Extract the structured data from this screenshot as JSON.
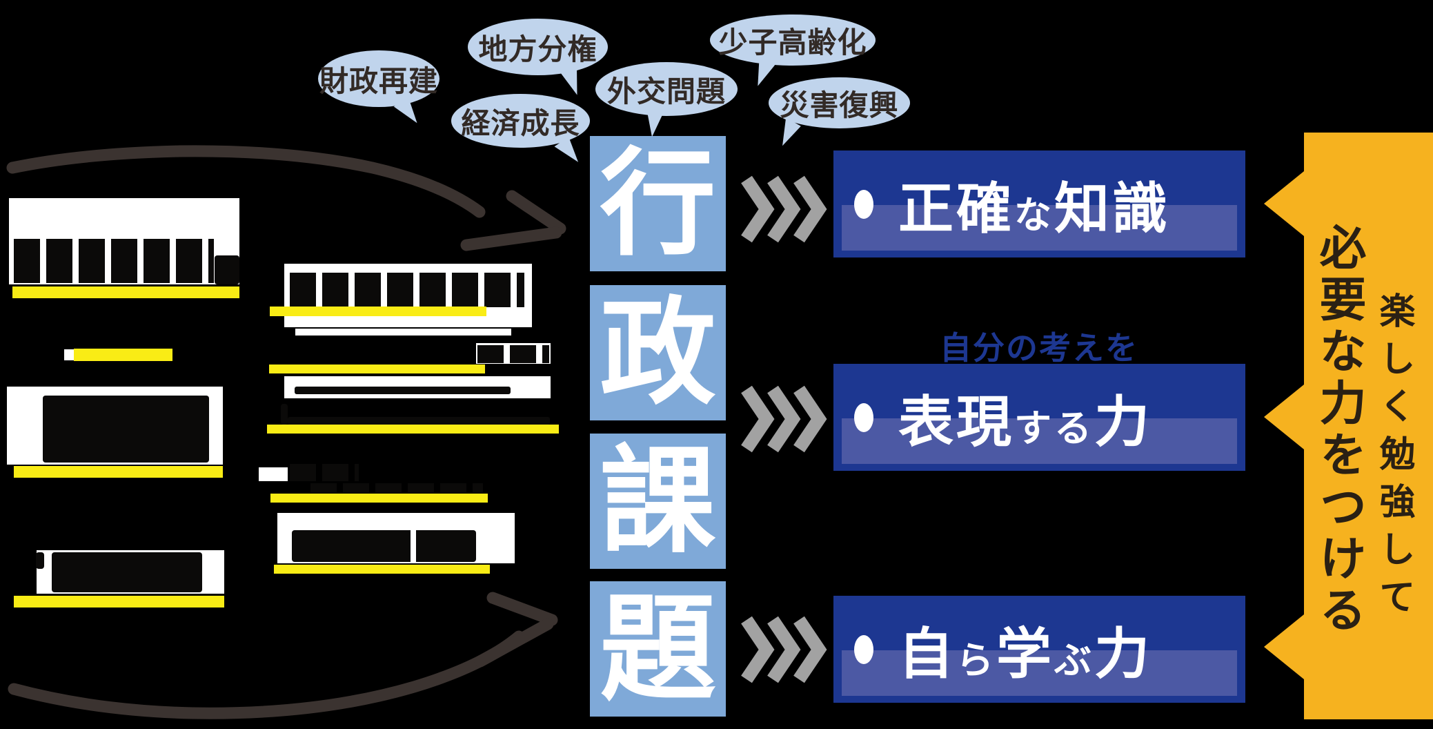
{
  "bubbles": [
    {
      "label": "財政再建"
    },
    {
      "label": "地方分権"
    },
    {
      "label": "経済成長"
    },
    {
      "label": "外交問題"
    },
    {
      "label": "少子高齢化"
    },
    {
      "label": "災害復興"
    }
  ],
  "theme_column": {
    "chars": [
      "行",
      "政",
      "課",
      "題"
    ]
  },
  "note_above_expression": "自分の考えを",
  "outcomes": [
    {
      "name": "accurate-knowledge",
      "segments": [
        {
          "t": "正確",
          "small": false
        },
        {
          "t": "な",
          "small": true
        },
        {
          "t": "知識",
          "small": false
        }
      ]
    },
    {
      "name": "expression-ability",
      "segments": [
        {
          "t": "表現",
          "small": false
        },
        {
          "t": "する",
          "small": true
        },
        {
          "t": "力",
          "small": false
        }
      ]
    },
    {
      "name": "self-learning-ability",
      "segments": [
        {
          "t": "自",
          "small": false
        },
        {
          "t": "ら",
          "small": true
        },
        {
          "t": "学",
          "small": false
        },
        {
          "t": "ぶ",
          "small": true
        },
        {
          "t": "力",
          "small": false
        }
      ]
    }
  ],
  "banner": {
    "main": "必要な力をつける",
    "sub": "楽しく勉強して"
  },
  "colors": {
    "bubble": "#c0d4ec",
    "bubble_text": "#322a26",
    "theme_box": "#7fa9d8",
    "outcome_box": "#1d3791",
    "outcome_band": "#4c59a4",
    "banner": "#f6b21f",
    "banner_text": "#2a2014",
    "highlight": "#f9ec15",
    "chevron": "#a2a2a2",
    "arrow": "#3b3330",
    "note_text": "#1d3791"
  }
}
